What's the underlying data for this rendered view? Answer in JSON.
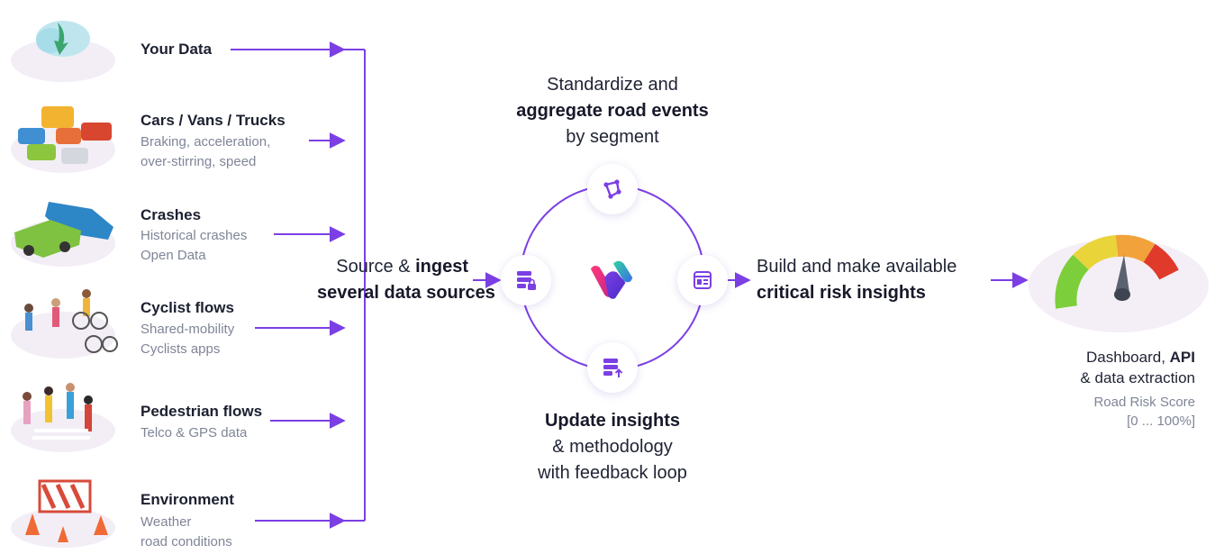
{
  "sources": [
    {
      "title": "Your Data",
      "lines": []
    },
    {
      "title": "Cars / Vans / Trucks",
      "lines": [
        "Braking, acceleration,",
        "over-stirring, speed"
      ]
    },
    {
      "title": "Crashes",
      "lines": [
        "Historical crashes",
        "Open Data"
      ]
    },
    {
      "title": "Cyclist flows",
      "lines": [
        "Shared-mobility",
        "Cyclists apps"
      ]
    },
    {
      "title": "Pedestrian flows",
      "lines": [
        "Telco & GPS data"
      ]
    },
    {
      "title": "Environment",
      "lines": [
        "Weather",
        "road conditions"
      ]
    }
  ],
  "ingest": {
    "pre": "Source & ",
    "bold1": "ingest",
    "bold2": "several data sources"
  },
  "standardize": {
    "line1": "Standardize and",
    "bold": "aggregate road events",
    "line3": "by segment"
  },
  "update": {
    "bold": "Update insights",
    "line2": "& methodology",
    "line3": "with feedback loop"
  },
  "build": {
    "line1": "Build and make available",
    "bold": "critical risk insights"
  },
  "output": {
    "pre": "Dashboard, ",
    "bold": "API",
    "line2": "& data extraction",
    "line3": "Road Risk Score",
    "line4": "[0 ... 100%]"
  },
  "colors": {
    "accent": "#7b3fe4",
    "text": "#1f2333",
    "muted": "#7f8597"
  },
  "icons": {
    "top": "network-icon",
    "left": "database-lock-icon",
    "right": "dashboard-window-icon",
    "bottom": "database-upload-icon",
    "center": "logo-mark"
  }
}
